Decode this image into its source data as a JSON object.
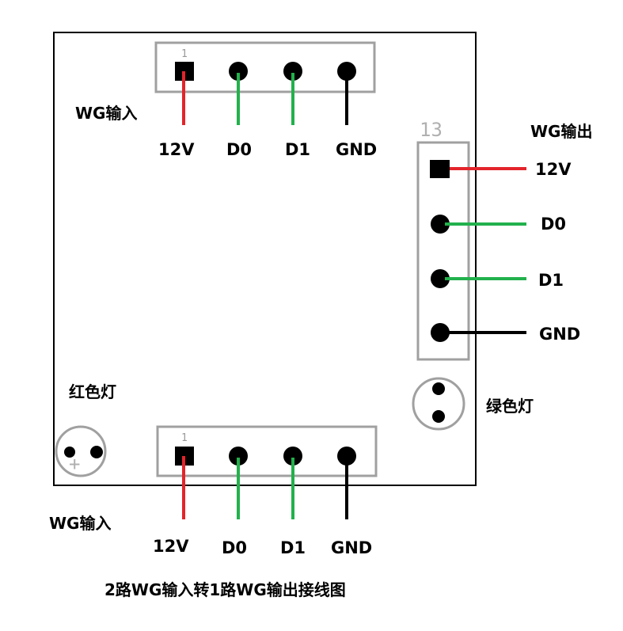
{
  "title": "2路WG输入转1路WG输出接线图",
  "colors": {
    "wire_12v": "#e3242b",
    "wire_data": "#22b14c",
    "wire_gnd": "#000000",
    "board_outline": "#000000",
    "connector_outline": "#a0a0a0"
  },
  "top_input": {
    "label": "WG输入",
    "pins": [
      "12V",
      "D0",
      "D1",
      "GND"
    ],
    "marker": "1"
  },
  "bottom_input": {
    "label": "WG输入",
    "pins": [
      "12V",
      "D0",
      "D1",
      "GND"
    ],
    "marker": "1"
  },
  "output": {
    "label": "WG输出",
    "pins": [
      "12V",
      "D0",
      "D1",
      "GND"
    ],
    "marker": "13"
  },
  "leds": {
    "red": "红色灯",
    "green": "绿色灯",
    "polarity": "+"
  }
}
